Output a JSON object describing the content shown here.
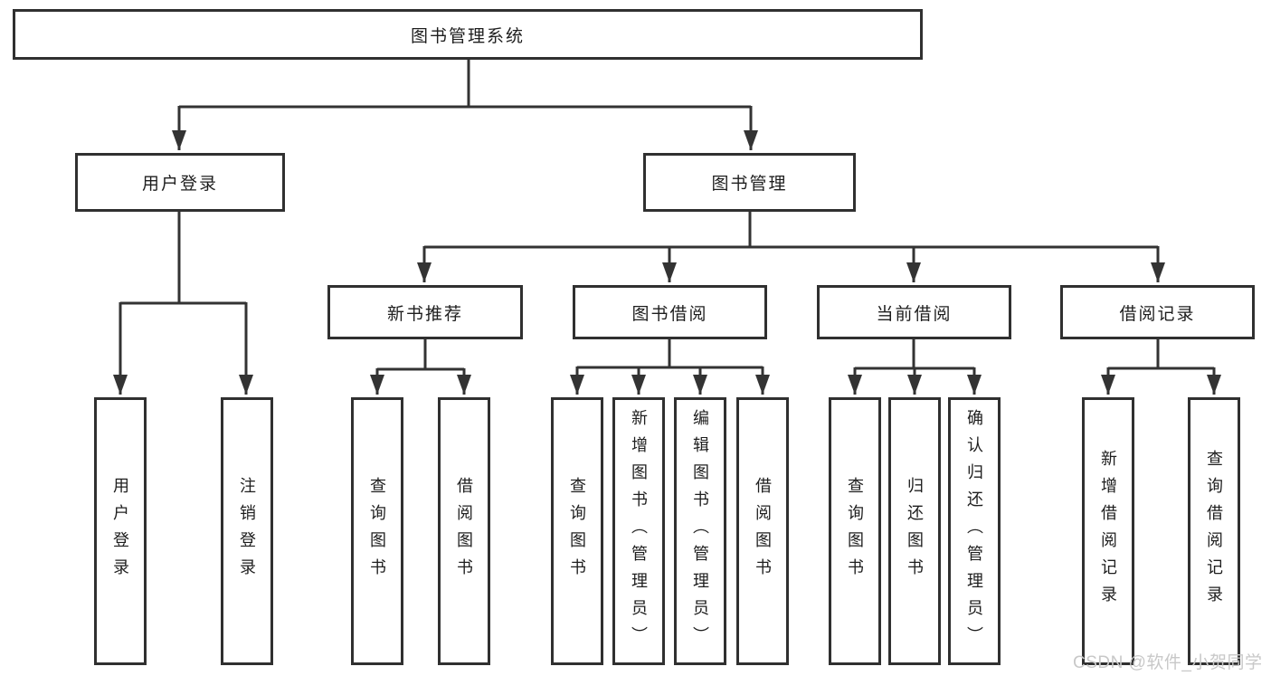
{
  "diagram": {
    "root": {
      "label": "图书管理系统"
    },
    "branches": [
      {
        "label": "用户登录",
        "leaves": [
          "用户登录",
          "注销登录"
        ]
      },
      {
        "label": "图书管理",
        "sections": [
          {
            "label": "新书推荐",
            "leaves": [
              "查询图书",
              "借阅图书"
            ]
          },
          {
            "label": "图书借阅",
            "leaves": [
              "查询图书",
              "新增图书（管理员）",
              "编辑图书（管理员）",
              "借阅图书"
            ]
          },
          {
            "label": "当前借阅",
            "leaves": [
              "查询图书",
              "归还图书",
              "确认归还（管理员）"
            ]
          },
          {
            "label": "借阅记录",
            "leaves": [
              "新增借阅记录",
              "查询借阅记录"
            ]
          }
        ]
      }
    ]
  },
  "watermark": {
    "text": "CSDN @软件_小贺同学"
  },
  "colors": {
    "line": "#333333",
    "box_border": "#303030",
    "text": "#1e1e1e",
    "watermark": "#c8c8c8",
    "background": "#ffffff"
  }
}
